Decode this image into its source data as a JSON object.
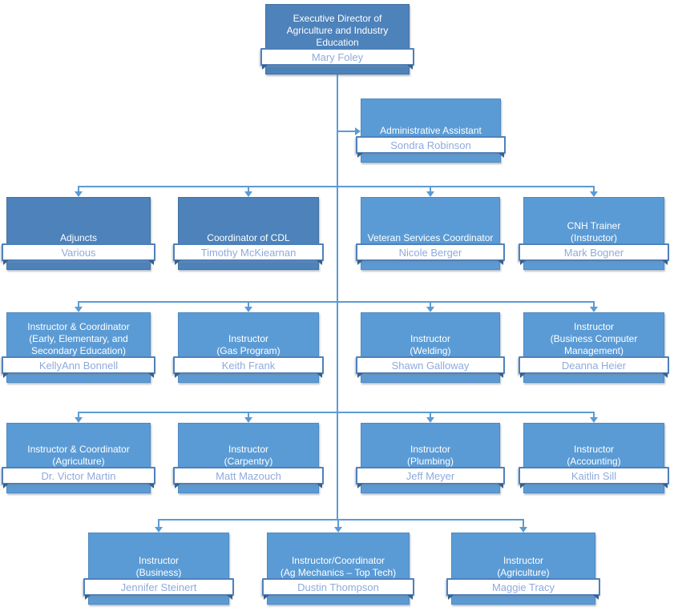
{
  "diagram": {
    "type": "org-chart",
    "colors": {
      "box_dark": "#4d82bb",
      "box_light": "#5b9bd5",
      "banner_bg": "#ffffff",
      "banner_border": "#4e81bd",
      "banner_text": "#8faadc",
      "title_text": "#ffffff",
      "connector": "#5b9bd5"
    },
    "nodes": [
      {
        "id": "executive-director",
        "title": "Executive Director of\nAgriculture and Industry\nEducation",
        "person": "Mary Foley"
      },
      {
        "id": "administrative-assistant",
        "title": "Administrative Assistant",
        "person": "Sondra Robinson"
      },
      {
        "id": "adjuncts",
        "title": "Adjuncts",
        "person": "Various"
      },
      {
        "id": "coordinator-of-cdl",
        "title": "Coordinator of CDL",
        "person": "Timothy McKiearnan"
      },
      {
        "id": "veteran-services-coordinator",
        "title": "Veteran Services Coordinator",
        "person": "Nicole Berger"
      },
      {
        "id": "cnh-trainer",
        "title": "CNH Trainer\n(Instructor)",
        "person": "Mark Bogner"
      },
      {
        "id": "instructor-coordinator-education",
        "title": "Instructor & Coordinator\n(Early, Elementary, and\nSecondary Education)",
        "person": "KellyAnn Bonnell"
      },
      {
        "id": "instructor-gas-program",
        "title": "Instructor\n(Gas Program)",
        "person": "Keith Frank"
      },
      {
        "id": "instructor-welding",
        "title": "Instructor\n(Welding)",
        "person": "Shawn Galloway"
      },
      {
        "id": "instructor-business-computer-management",
        "title": "Instructor\n(Business Computer\nManagement)",
        "person": "Deanna Heier"
      },
      {
        "id": "instructor-coordinator-agriculture",
        "title": "Instructor & Coordinator\n(Agriculture)",
        "person": "Dr. Victor Martin"
      },
      {
        "id": "instructor-carpentry",
        "title": "Instructor\n(Carpentry)",
        "person": "Matt Mazouch"
      },
      {
        "id": "instructor-plumbing",
        "title": "Instructor\n(Plumbing)",
        "person": "Jeff Meyer"
      },
      {
        "id": "instructor-accounting",
        "title": "Instructor\n(Accounting)",
        "person": "Kaitlin Sill"
      },
      {
        "id": "instructor-business",
        "title": "Instructor\n(Business)",
        "person": "Jennifer Steinert"
      },
      {
        "id": "instructor-coordinator-ag-mechanics",
        "title": "Instructor/Coordinator\n(Ag Mechanics – Top Tech)",
        "person": "Dustin Thompson"
      },
      {
        "id": "instructor-agriculture",
        "title": "Instructor\n(Agriculture)",
        "person": "Maggie Tracy"
      }
    ]
  }
}
